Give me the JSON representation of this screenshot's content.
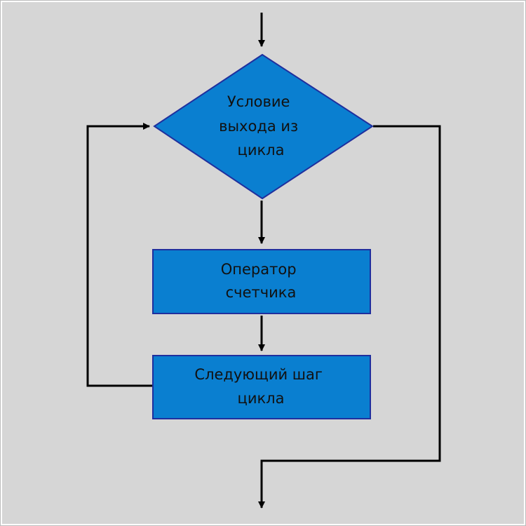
{
  "colors": {
    "background": "#d6d6d6",
    "frame": "#ffffff",
    "node_fill": "#0a7fd0",
    "node_stroke": "#1f2f9e",
    "line": "#000000",
    "text": "#111111"
  },
  "nodes": {
    "condition": {
      "shape": "diamond",
      "lines": [
        "Условие",
        "выхода из",
        "цикла"
      ]
    },
    "counter": {
      "shape": "rectangle",
      "lines": [
        "Оператор",
        "счетчика"
      ]
    },
    "next_step": {
      "shape": "rectangle",
      "lines": [
        "Следующий шаг",
        "цикла"
      ]
    }
  }
}
